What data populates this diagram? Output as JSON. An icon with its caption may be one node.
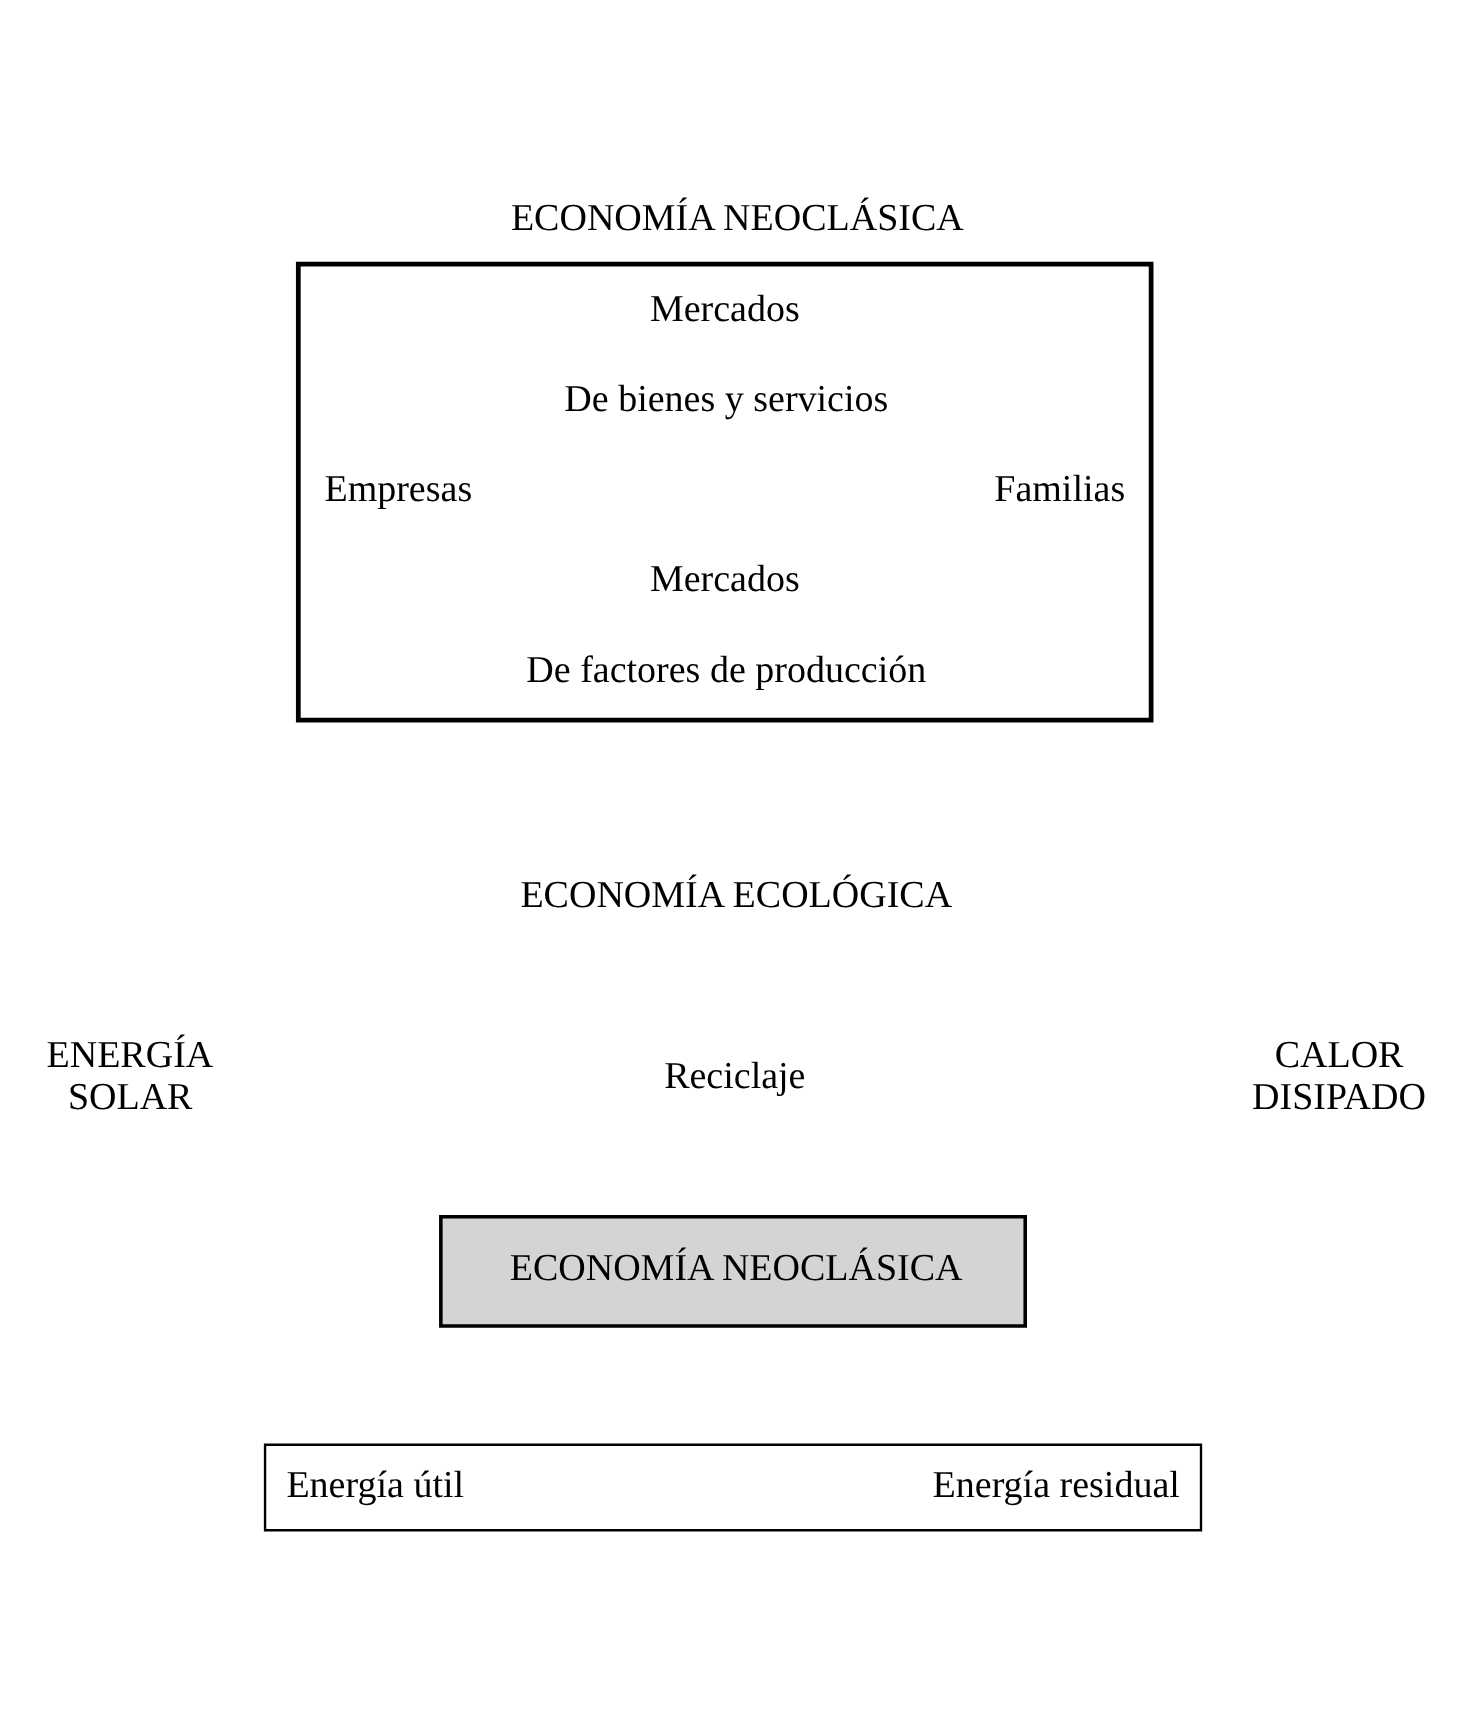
{
  "diagram": {
    "nodes": [
      {
        "text": [
          "ECONOMÍA NEOCLÁSICA",
          "Mercados",
          "De bienes y servicios",
          "Empresas",
          "Familias",
          "Mercados",
          "De factores de producción"
        ]
      },
      {
        "text": [
          "ECONOMÍA NEOCLÁSICA"
        ]
      },
      {
        "text": [
          "Energía útil",
          "Energía residual"
        ]
      }
    ],
    "labels": [
      "ECONOMÍA ECOLÓGICA",
      "Reciclaje",
      "ENERGÍA SOLAR",
      "CALOR DISIPADO"
    ]
  }
}
